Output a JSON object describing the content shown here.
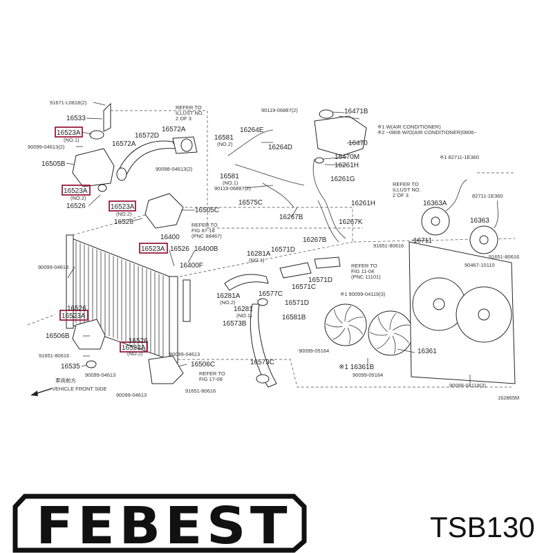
{
  "parts": {
    "p91671": "91671-L0818(2)",
    "p16533": "16533",
    "p16523a_1": "16523A",
    "p16523a_1_note": "(NO.1)",
    "p90099_04613_top": "90099-04613(2)",
    "p16505b": "16505B",
    "p16523a_2": "16523A",
    "p16523a_2_note": "(NO.2)",
    "p16526_a": "16526",
    "p16572a_a": "16572A",
    "p16572d": "16572D",
    "p16572a_b": "16572A",
    "refer1": "REFER TO",
    "refer1b": "ILLUST NO.",
    "refer1c": "2 OF 3",
    "p90098": "90098-04613(2)",
    "p16523a_3": "16523A",
    "p16523a_3_note": "(NO.2)",
    "p16505c": "16505C",
    "p16526_b": "16526",
    "p16400": "16400",
    "refer2": "REFER TO",
    "refer2b": "FIG 87-18",
    "refer2c": "(PNC 88467)",
    "p16523a_4": "16523A",
    "p16526_c": "16526",
    "p16400b": "16400B",
    "p16400f": "16400F",
    "p90099_left": "90099-04613",
    "p16526_d": "16526",
    "p16523a_5": "16523A",
    "p16506b": "16506B",
    "p91651_l": "91651-80616",
    "p16535": "16535",
    "p90099_l2": "90099-04613",
    "p16526_e": "16526",
    "p16523a_6": "16523A",
    "p16523a_6_note": "(NO.2)",
    "p90099_m": "90099-04613",
    "p16506c": "16506C",
    "refer3": "REFER TO",
    "refer3b": "FIG 17-08",
    "vehicle_jp": "車両前方",
    "vehicle": "VEHICLE FRONT SIDE",
    "p90099_b": "90099-04613",
    "p91651_b": "91651-80616",
    "p16581_a": "16581",
    "p16581_a_note": "(NO.2)",
    "p16264e": "16264E",
    "p16264d": "16264D",
    "p16581_b": "16581",
    "p16581_b_note": "(NO.1)",
    "p90119": "90119-06887(2)",
    "p16575c": "16575C",
    "p16267b": "16267B",
    "p90119_top": "90119-06887(2)",
    "p16471b": "16471B",
    "wac": "※1 W(AIR CONDITIONER)",
    "wac2": "※2 ~0806 W/O(AIR CONDITIONER)0806~",
    "p16470": "16470",
    "p16470m": "16470M",
    "p16261h_a": "16261H",
    "p16261g": "16261G",
    "p16261h_b": "16261H",
    "refer4": "REFER TO",
    "refer4b": "ILLUST NO.",
    "refer4c": "2 OF 3",
    "p16267k": "16267K",
    "p16267b_2": "16267B",
    "p82711_a": "※1 82711-1E360",
    "p82711_b": "82711-1E360",
    "p16363a": "16363A",
    "p16363": "16363",
    "p91651_r": "91651-80616",
    "p16711": "16711",
    "p90467": "90467-10110",
    "p91651_r2": "91651-80616",
    "p16281a": "16281A",
    "p16281a_note": "(NO.1)",
    "p16571d_a": "16571D",
    "refer5": "REFER TO",
    "refer5b": "FIG 11-04",
    "refer5c": "(PNC 11101)",
    "p16571d_b": "16571D",
    "p16571c": "16571C",
    "p16577c": "16577C",
    "p16281a_2": "16281A",
    "p16281a_2_note": "(NO.2)",
    "p16281": "16281",
    "p16281_note": "(NO.1)",
    "p16571d_c": "16571D",
    "p90099_04119": "※1 90099-04119(3)",
    "p16573b": "16573B",
    "p16581b": "16581B",
    "p90099_05164": "90099-05164",
    "p16361b": "※1 16361B",
    "p16361": "16361",
    "p16573c": "16573C",
    "p90099_05164_b": "90099-05164",
    "p90099_04119_b": "90099-04119(3)",
    "drawing_no": "162865M",
    "logo": "FEBEST",
    "part_code": "TSB130"
  }
}
